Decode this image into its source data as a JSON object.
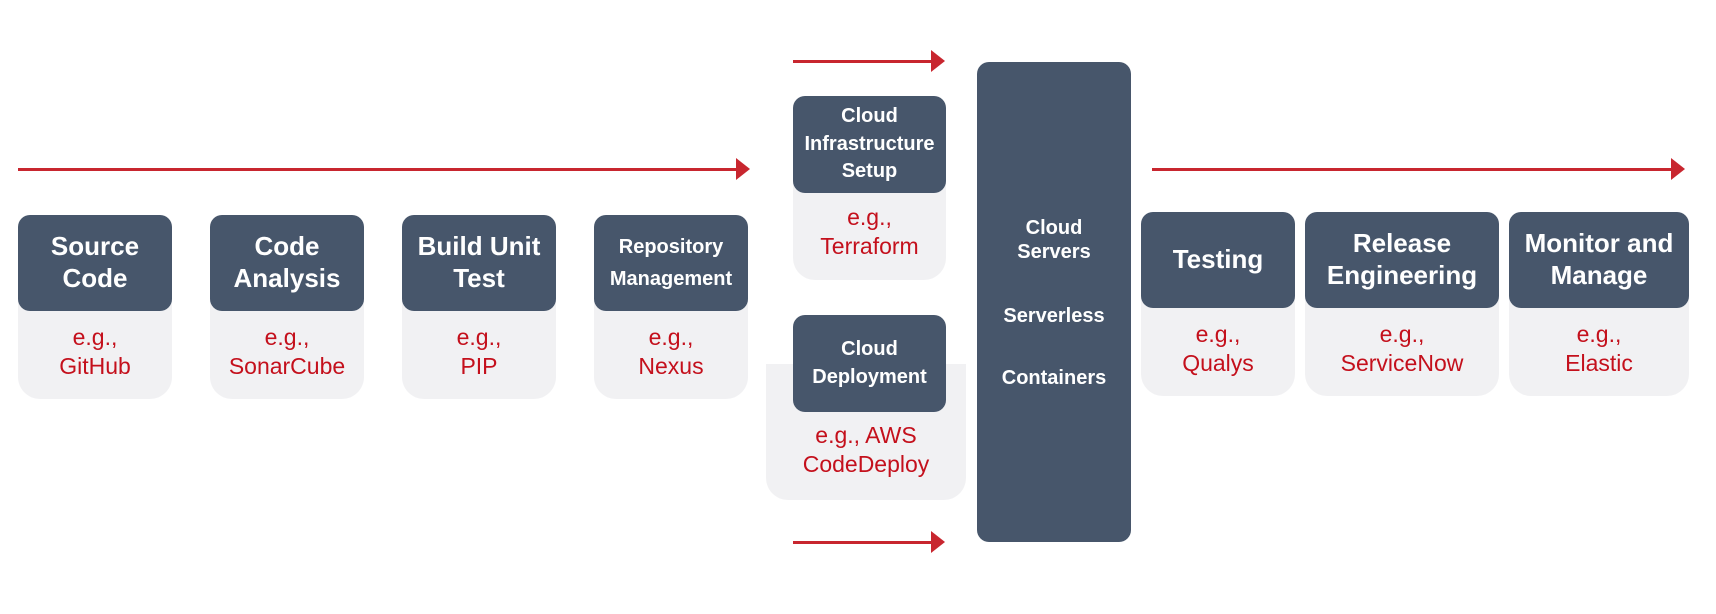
{
  "diagram": {
    "type": "devops-pipeline",
    "stages": [
      {
        "title": "Source Code",
        "example_prefix": "e.g.,",
        "example": "GitHub"
      },
      {
        "title": "Code Analysis",
        "example_prefix": "e.g.,",
        "example": "SonarCube"
      },
      {
        "title": "Build Unit Test",
        "example_prefix": "e.g.,",
        "example": "PIP"
      },
      {
        "title": "Repository Management",
        "example_prefix": "e.g.,",
        "example": "Nexus"
      },
      {
        "title": "Cloud Infrastructure Setup",
        "example_prefix": "e.g.,",
        "example": "Terraform"
      },
      {
        "title": "Cloud Deployment",
        "example_prefix": "e.g., AWS",
        "example": "CodeDeploy"
      },
      {
        "title": "Testing",
        "example_prefix": "e.g.,",
        "example": "Qualys"
      },
      {
        "title": "Release Engineering",
        "example_prefix": "e.g.,",
        "example": "ServiceNow"
      },
      {
        "title": "Monitor and Manage",
        "example_prefix": "e.g.,",
        "example": "Elastic"
      }
    ],
    "targets": {
      "items": [
        "Cloud Servers",
        "Serverless",
        "Containers"
      ]
    },
    "colors": {
      "header_bg": "#47566b",
      "card_bg": "#f1f1f3",
      "example_text": "#c4101c",
      "arrow": "#c8262f"
    }
  }
}
